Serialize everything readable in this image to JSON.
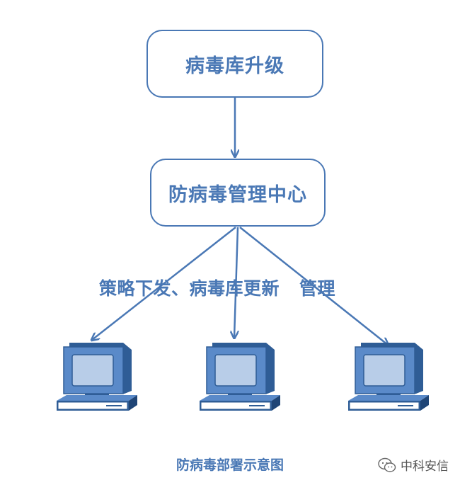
{
  "nodes": {
    "upgrade": {
      "label": "病毒库升级"
    },
    "center": {
      "label": "防病毒管理中心"
    }
  },
  "edge_label": {
    "left_text": "策略下发、病毒库更新",
    "right_text": "管理"
  },
  "clients": [
    {
      "icon": "computer-icon"
    },
    {
      "icon": "computer-icon"
    },
    {
      "icon": "computer-icon"
    }
  ],
  "caption": "防病毒部署示意图",
  "watermark": {
    "icon": "wechat-icon",
    "text": "中科安信"
  },
  "colors": {
    "line": "#4a78b5",
    "text": "#4a78b5",
    "monitor_dark": "#2f5d96",
    "monitor_mid": "#5a8ac9",
    "screen": "#b8cde8"
  }
}
